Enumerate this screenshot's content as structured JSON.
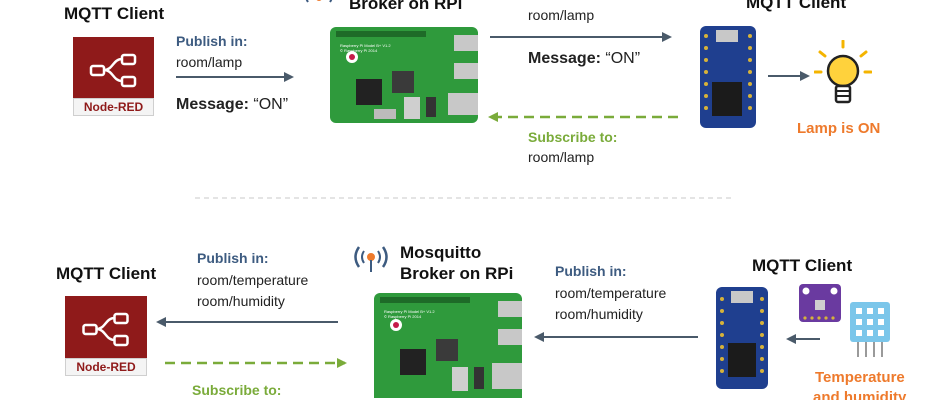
{
  "top": {
    "broker_title_line2": "Broker on RPi",
    "left_client_title": "MQTT Client",
    "right_client_title": "MQTT Client",
    "publish_label": "Publish in:",
    "publish_topic": "room/lamp",
    "message_key": "Message:",
    "message_value": "“ON”",
    "right_topic": "room/lamp",
    "right_message_key": "Message:",
    "right_message_value": "“ON”",
    "subscribe_label": "Subscribe to:",
    "subscribe_topic": "room/lamp",
    "lamp_status": "Lamp is ON",
    "nodered_label": "Node-RED",
    "pi_board_line1": "Raspberry Pi Model B+ V1.2",
    "pi_board_line2": "© Raspberry Pi 2014"
  },
  "bottom": {
    "left_client_title": "MQTT Client",
    "right_client_title": "MQTT Client",
    "broker_title_line1": "Mosquitto",
    "broker_title_line2": "Broker on RPi",
    "left_publish_label": "Publish in:",
    "left_topic_1": "room/temperature",
    "left_topic_2": "room/humidity",
    "right_publish_label": "Publish in:",
    "right_topic_1": "room/temperature",
    "right_topic_2": "room/humidity",
    "subscribe_label": "Subscribe to:",
    "sensor_label_line1": "Temperature",
    "sensor_label_line2": "and humidity",
    "nodered_label": "Node-RED",
    "pi_board_line1": "Raspberry Pi Model B+ V1.2",
    "pi_board_line2": "© Raspberry Pi 2014"
  },
  "colors": {
    "arrow_dark": "#4a5a6a",
    "arrow_green": "#7aab3a",
    "label_blue": "#3d5b80",
    "nodered_red": "#8f1a1a",
    "pcb_green": "#2f9a3c",
    "esp_blue": "#1f3f8f",
    "orange": "#ee7a2c"
  },
  "icons": [
    "wifi-antenna-icon",
    "lightbulb-icon",
    "raspberry-logo-icon",
    "node-red-flow-icon"
  ]
}
